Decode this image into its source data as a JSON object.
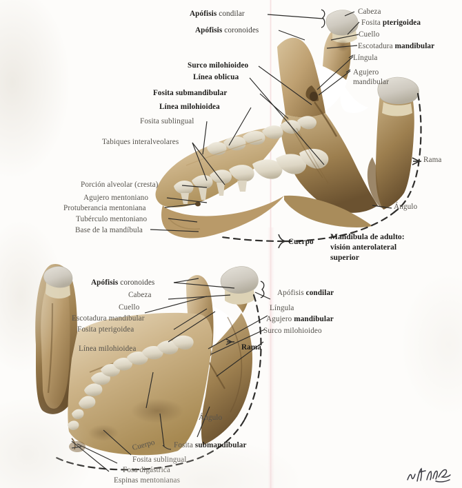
{
  "page": {
    "background_color": "#fdfcfa",
    "seam_color": "#f3d6d8",
    "signature_alt": "artist-signature"
  },
  "palette": {
    "bone_light": "#d9c6a2",
    "bone_mid": "#bda073",
    "bone_dark": "#7d6138",
    "bone_deep": "#5d4627",
    "tooth": "#e9e4d7",
    "tooth_shadow": "#cfc8b6",
    "cartilage": "#d6d2c9",
    "leader_line": "#2b2a28",
    "dashed_outline": "#2f2e2c",
    "label_text": "#3c3a36",
    "label_bold": "#1d1c1a"
  },
  "figures": [
    {
      "id": "figure-upper",
      "caption": "Mandíbula de adulto:\nvisión anterolateral\nsuperior",
      "region_labels": [
        {
          "name": "rama",
          "text": "Rama"
        },
        {
          "name": "angulo",
          "text": "Ángulo"
        },
        {
          "name": "cuerpo",
          "text": "Cuerpo"
        }
      ],
      "labels": [
        {
          "name": "apofisis-condilar",
          "bold": "Apófisis",
          "regular": " condilar",
          "side": "left"
        },
        {
          "name": "apofisis-coronoides",
          "bold": "Apófisis",
          "regular": " coronoides",
          "side": "left"
        },
        {
          "name": "surco-milohioideo",
          "bold": "Surco milohioideo",
          "regular": "",
          "side": "left"
        },
        {
          "name": "linea-oblicua",
          "bold": "Línea oblicua",
          "regular": "",
          "side": "left"
        },
        {
          "name": "fosita-submandibular",
          "bold": "Fosita submandibular",
          "regular": "",
          "side": "left"
        },
        {
          "name": "linea-milohioidea",
          "bold": "Línea milohioidea",
          "regular": "",
          "side": "left"
        },
        {
          "name": "fosita-sublingual",
          "bold": "",
          "regular": "Fosita sublingual",
          "side": "left"
        },
        {
          "name": "tabiques-interalveolares",
          "bold": "",
          "regular": "Tabiques interalveolares",
          "side": "left"
        },
        {
          "name": "porcion-alveolar",
          "bold": "",
          "regular": "Porción alveolar (cresta)",
          "side": "left"
        },
        {
          "name": "agujero-mentoniano",
          "bold": "",
          "regular": "Agujero mentoniano",
          "side": "left"
        },
        {
          "name": "protuberancia-mentoniana",
          "bold": "",
          "regular": "Protuberancia mentoniana",
          "side": "left"
        },
        {
          "name": "tuberculo-mentoniano",
          "bold": "",
          "regular": "Tubérculo mentoniano",
          "side": "left"
        },
        {
          "name": "base-de-la-mandibula",
          "bold": "",
          "regular": "Base de la mandíbula",
          "side": "left"
        },
        {
          "name": "cabeza",
          "bold": "",
          "regular": "Cabeza",
          "side": "right"
        },
        {
          "name": "fosita-pterigoidea",
          "bold": "pterigoidea",
          "regular": "Fosita ",
          "side": "right"
        },
        {
          "name": "cuello",
          "bold": "",
          "regular": "Cuello",
          "side": "right"
        },
        {
          "name": "escotadura-mandibular",
          "bold": "mandibular",
          "regular": "Escotadura ",
          "side": "right"
        },
        {
          "name": "lingula",
          "bold": "",
          "regular": "Língula",
          "side": "right"
        },
        {
          "name": "agujero-mandibular",
          "bold": "",
          "regular": "Agujero\nmandibular",
          "side": "right"
        }
      ]
    },
    {
      "id": "figure-lower",
      "caption": "",
      "region_labels": [
        {
          "name": "rama",
          "text": "Rama"
        },
        {
          "name": "angulo",
          "text": "Ángulo"
        },
        {
          "name": "cuerpo",
          "text": "Cuerpo"
        }
      ],
      "labels": [
        {
          "name": "apofisis-coronoides",
          "bold": "Apófisis",
          "regular": " coronoides",
          "side": "left"
        },
        {
          "name": "cabeza",
          "bold": "",
          "regular": "Cabeza",
          "side": "left"
        },
        {
          "name": "cuello",
          "bold": "",
          "regular": "Cuello",
          "side": "left"
        },
        {
          "name": "escotadura-mandibular",
          "bold": "",
          "regular": "Escotadura mandibular",
          "side": "left"
        },
        {
          "name": "fosita-pterigoidea",
          "bold": "",
          "regular": "Fosita pterigoidea",
          "side": "left"
        },
        {
          "name": "linea-milohioidea",
          "bold": "",
          "regular": "Línea milohioidea",
          "side": "left"
        },
        {
          "name": "apofisis-condilar",
          "bold": "condilar",
          "regular": "Apófisis ",
          "side": "right"
        },
        {
          "name": "lingula",
          "bold": "",
          "regular": "Língula",
          "side": "right"
        },
        {
          "name": "agujero-mandibular",
          "bold": "mandibular",
          "regular": "Agujero ",
          "side": "right"
        },
        {
          "name": "surco-milohioideo",
          "bold": "",
          "regular": "Surco milohioideo",
          "side": "right"
        },
        {
          "name": "fosita-submandibular",
          "bold": "submandibular",
          "regular": "Fosita ",
          "side": "bottom"
        },
        {
          "name": "fosita-sublingual",
          "bold": "",
          "regular": "Fosita sublingual",
          "side": "bottom"
        },
        {
          "name": "fosa-digastrica",
          "bold": "",
          "regular": "Fosa digástrica",
          "side": "bottom"
        },
        {
          "name": "espinas-mentonianas",
          "bold": "",
          "regular": "Espinas mentonianas",
          "side": "bottom"
        }
      ]
    }
  ]
}
